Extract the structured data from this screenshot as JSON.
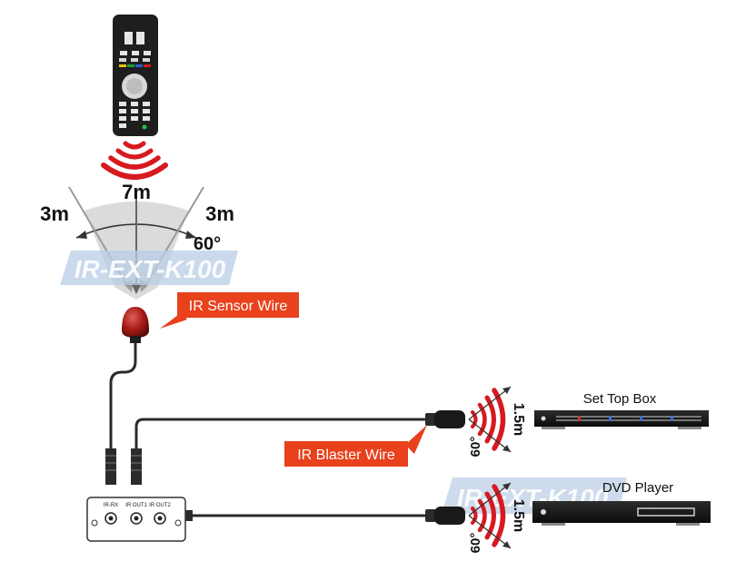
{
  "coverage": {
    "center_distance": "7m",
    "left_distance": "3m",
    "right_distance": "3m",
    "sensor_angle": "60°"
  },
  "watermark": "IR-EXT-K100",
  "callouts": {
    "ir_sensor_wire": "IR Sensor Wire",
    "ir_blaster_wire": "IR Blaster Wire"
  },
  "devices": {
    "set_top_box": "Set Top Box",
    "dvd_player": "DVD Player"
  },
  "blaster": {
    "distance": "1.5m",
    "angle": "60°"
  },
  "hub": {
    "port1": "IR-RX",
    "port2": "IR OUT1",
    "port3": "IR OUT2"
  },
  "colors": {
    "signal_red": "#d71920",
    "callout_orange": "#e8411c",
    "cable": "#2b2b2b",
    "coverage_gray": "#cfcfcf",
    "watermark_blue": "#b8cce4",
    "sensor_red": "#b3261e"
  }
}
